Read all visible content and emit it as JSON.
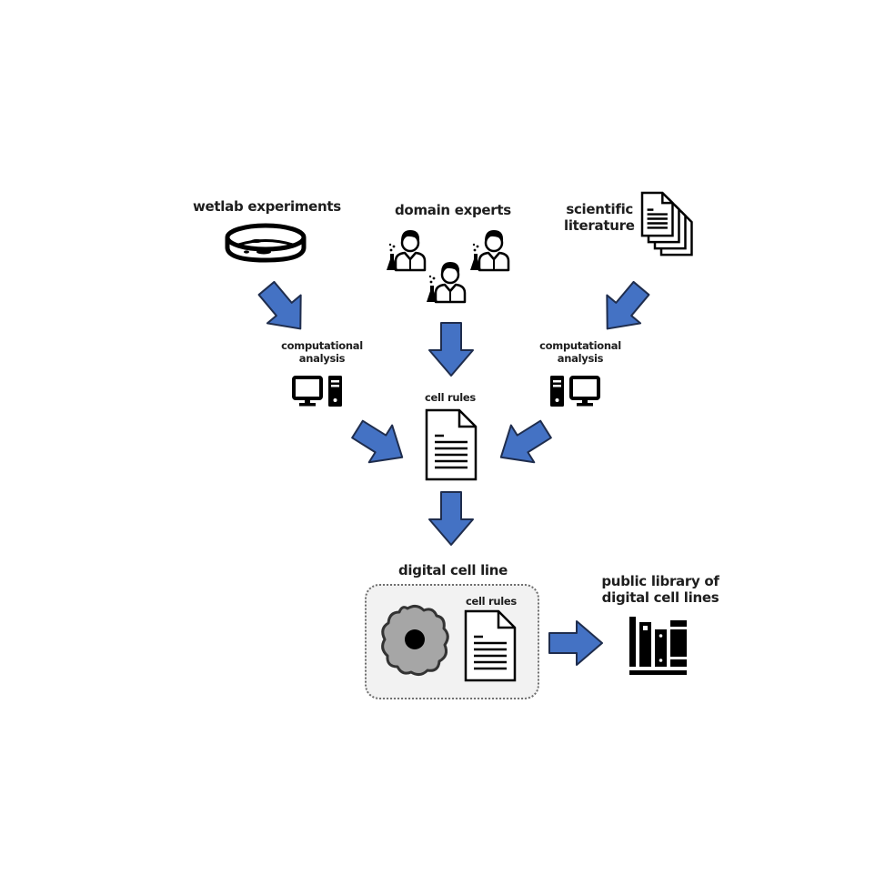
{
  "diagram": {
    "sources": {
      "wetlab": {
        "label": "wetlab experiments",
        "icon": "petri-dish-icon"
      },
      "experts": {
        "label": "domain experts",
        "icon": "scientists-icon"
      },
      "literature": {
        "label_line1": "scientific",
        "label_line2": "literature",
        "icon": "document-stack-icon"
      }
    },
    "analysis_left": {
      "label_line1": "computational",
      "label_line2": "analysis",
      "icon": "computer-icon"
    },
    "analysis_right": {
      "label_line1": "computational",
      "label_line2": "analysis",
      "icon": "computer-icon"
    },
    "cell_rules": {
      "label": "cell rules",
      "icon": "document-icon"
    },
    "digital_cell_line": {
      "label": "digital cell line",
      "inner_rules_label": "cell rules",
      "cell_icon": "cell-icon"
    },
    "library": {
      "label_line1": "public library of",
      "label_line2": "digital cell lines",
      "icon": "books-icon"
    },
    "colors": {
      "arrow_fill": "#4472c4",
      "arrow_stroke": "#1f2d4d",
      "box_fill": "#f2f2f2",
      "cell_fill": "#a6a6a6"
    }
  }
}
